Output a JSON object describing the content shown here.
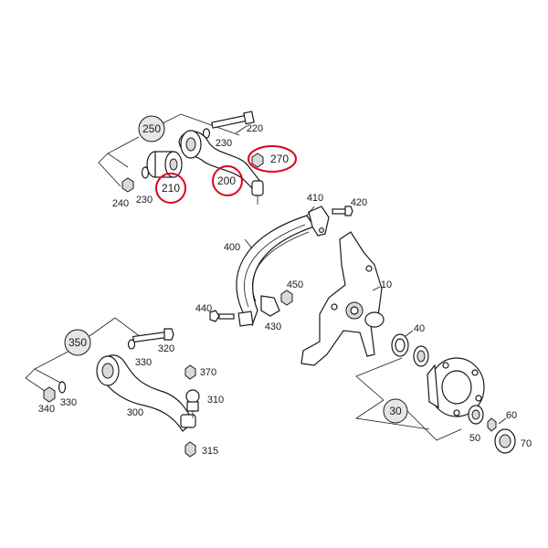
{
  "accent": "#e0001b",
  "labels": {
    "p10": "10",
    "p30": "30",
    "p40": "40",
    "p50": "50",
    "p60": "60",
    "p70": "70",
    "p200": "200",
    "p210": "210",
    "p220": "220",
    "p230a": "230",
    "p230b": "230",
    "p240": "240",
    "p250": "250",
    "p270": "270",
    "p300": "300",
    "p310": "310",
    "p315": "315",
    "p320": "320",
    "p330a": "330",
    "p330b": "330",
    "p340": "340",
    "p350": "350",
    "p370": "370",
    "p400": "400",
    "p410": "410",
    "p420": "420",
    "p430": "430",
    "p440": "440",
    "p450": "450"
  }
}
